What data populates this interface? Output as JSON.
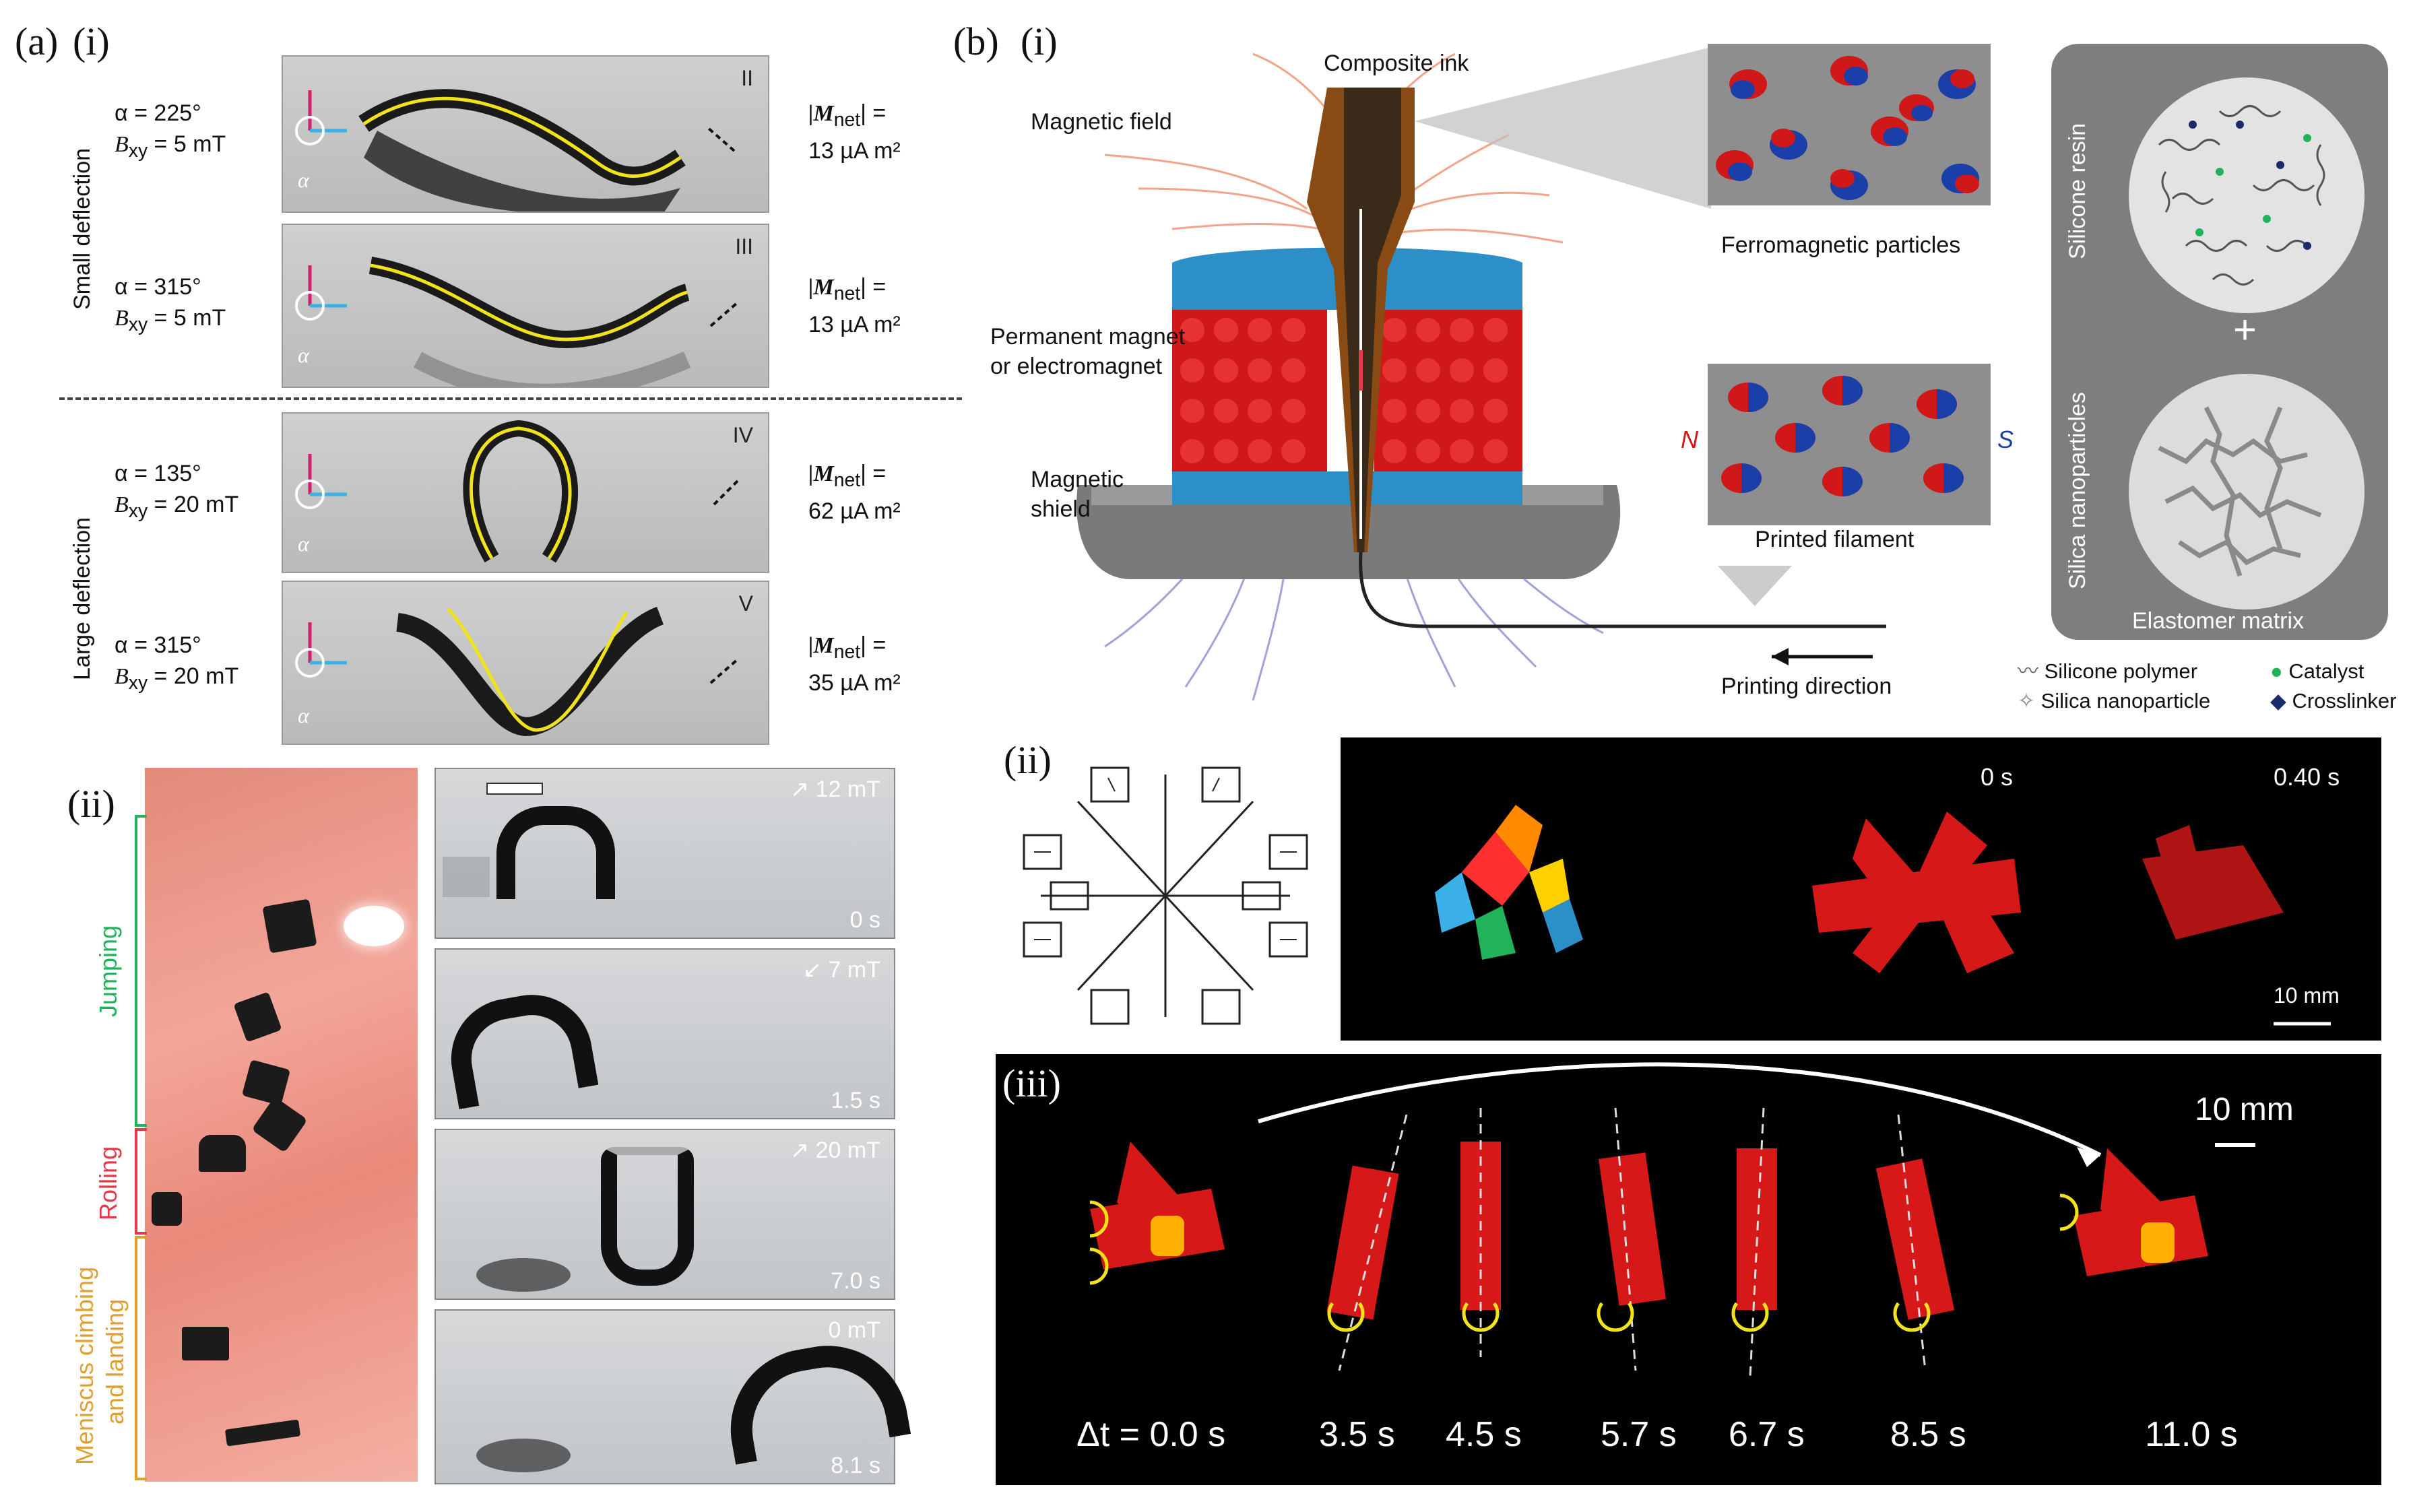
{
  "panel_a": {
    "label_a": "(a)",
    "label_i": "(i)",
    "label_ii": "(ii)",
    "small_deflection": "Small deflection",
    "large_deflection": "Large deflection",
    "rows": [
      {
        "alpha": "α = 225°",
        "bxy": "B",
        "bxy_sub": "xy",
        "bxy_val": " = 5 mT",
        "roman": "II",
        "m_label": "|M",
        "m_sub": "net",
        "m_eq": "| =",
        "m_val": "13 µA m²"
      },
      {
        "alpha": "α = 315°",
        "bxy": "B",
        "bxy_sub": "xy",
        "bxy_val": " = 5 mT",
        "roman": "III",
        "m_label": "|M",
        "m_sub": "net",
        "m_eq": "| =",
        "m_val": "13 µA m²"
      },
      {
        "alpha": "α = 135°",
        "bxy": "B",
        "bxy_sub": "xy",
        "bxy_val": " = 20 mT",
        "roman": "IV",
        "m_label": "|M",
        "m_sub": "net",
        "m_eq": "| =",
        "m_val": "62 µA m²"
      },
      {
        "alpha": "α = 315°",
        "bxy": "B",
        "bxy_sub": "xy",
        "bxy_val": " = 20 mT",
        "roman": "V",
        "m_label": "|M",
        "m_sub": "net",
        "m_eq": "| =",
        "m_val": "35 µA m²"
      }
    ],
    "alpha_symbol": "α",
    "ii_modes": {
      "jumping": "Jumping",
      "rolling": "Rolling",
      "meniscus": "Meniscus climbing",
      "landing": "and landing"
    },
    "ii_frames": [
      {
        "field": "12 mT",
        "time": "0 s"
      },
      {
        "field": "7 mT",
        "time": "1.5 s"
      },
      {
        "field": "20 mT",
        "time": "7.0 s"
      },
      {
        "field": "0 mT",
        "time": "8.1 s"
      }
    ]
  },
  "panel_b": {
    "label_b": "(b)",
    "label_i": "(i)",
    "label_ii": "(ii)",
    "label_iii": "(iii)",
    "composite_ink": "Composite ink",
    "magnetic_field": "Magnetic field",
    "permanent_magnet": "Permanent magnet",
    "or_electromagnet": "or electromagnet",
    "magnetic": "Magnetic",
    "shield": "shield",
    "ferromagnetic": "Ferromagnetic particles",
    "printed_filament": "Printed filament",
    "printing_direction": "Printing direction",
    "pole_n": "N",
    "pole_s": "S",
    "silicone_resin": "Silicone resin",
    "silica_nanoparticles": "Silica nanoparticles",
    "elastomer_matrix": "Elastomer matrix",
    "plus": "+",
    "legend": {
      "silicone_polymer": "Silicone polymer",
      "silica_nanoparticle": "Silica nanoparticle",
      "catalyst": "Catalyst",
      "crosslinker": "Crosslinker"
    },
    "ii_times": {
      "t0": "0 s",
      "t1": "0.40 s"
    },
    "ii_scale": "10 mm",
    "iii_scale": "10 mm",
    "iii_times": [
      "Δt = 0.0 s",
      "3.5 s",
      "4.5 s",
      "5.7 s",
      "6.7 s",
      "8.5 s",
      "11.0 s"
    ]
  },
  "colors": {
    "yellow": "#f2e21a",
    "red": "#d4141b",
    "blue": "#1b3fa8",
    "cyan": "#3ab0e6",
    "green_txt": "#20b35a",
    "red_txt": "#e23a4a",
    "orange_txt": "#e0a030"
  }
}
